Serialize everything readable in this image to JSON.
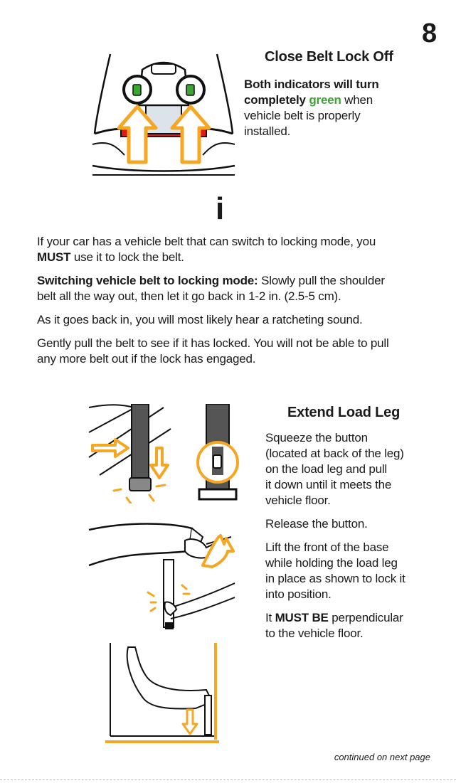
{
  "page_number": "8",
  "close_belt": {
    "heading": "Close Belt Lock Off",
    "line1": "Both indicators will turn",
    "line2_bold": "completely",
    "line2_green": "green",
    "line2_rest": "when",
    "line3": "vehicle belt is properly",
    "line4": "installed."
  },
  "info": {
    "icon_glyph": "i",
    "p1_a": "If your car has a vehicle belt that can switch to locking mode, you",
    "p1_b_bold": "MUST",
    "p1_b_rest": "use it to lock the belt.",
    "p2_bold": "Switching vehicle belt to locking mode:",
    "p2_a_rest": "Slowly pull the shoulder",
    "p2_b": "belt all the way out, then let it go back in 1-2 in. (2.5-5 cm).",
    "p3": "As it goes back in, you will most likely hear a ratcheting sound.",
    "p4_a": "Gently pull the belt to see if it has locked. You will not be able to pull",
    "p4_b": "any more belt out if the lock has engaged."
  },
  "load_leg": {
    "heading": "Extend Load Leg",
    "s1": [
      "Squeeze the button",
      "(located at back of the leg)",
      "on the load leg and pull",
      "it down until it meets the",
      "vehicle floor."
    ],
    "s2": "Release the button.",
    "s3": [
      "Lift the front of the base",
      "while holding the load leg",
      "in place as shown to lock it",
      "into position."
    ],
    "s4_a": "It",
    "s4_bold": "MUST BE",
    "s4_rest": "perpendicular",
    "s4_b": "to the vehicle floor."
  },
  "footer": "continued on next page",
  "colors": {
    "orange": "#f5a623",
    "green": "#3ea535",
    "red": "#e8161b"
  }
}
